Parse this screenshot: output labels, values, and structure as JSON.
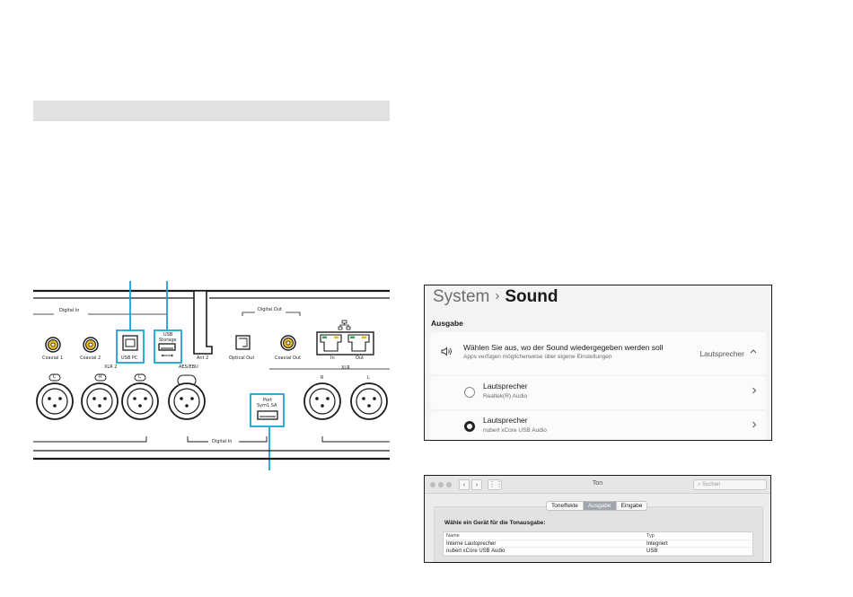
{
  "panel": {
    "digital_in_top": "Digital In",
    "digital_out": "Digital Out",
    "digital_in_bottom": "Digital In",
    "coaxial1": "Coaxial 1",
    "coaxial2": "Coaxial 2",
    "usb_pc": "USB PC",
    "usb_storage_l1": "USB",
    "usb_storage_l2": "Storage",
    "ant2": "Ant 2",
    "optical_out": "Optical Out",
    "coaxial_out": "Coaxial Out",
    "net_in": "In",
    "net_out": "Out",
    "xlr2": "XLR 2",
    "aes_ebu": "AES/EBU",
    "xlr": "XLR",
    "ch_l": "L",
    "ch_r": "R",
    "port_l1": "Port",
    "port_l2": "Sym1 SA"
  },
  "windows": {
    "crumb_parent": "System",
    "crumb_sep": "›",
    "crumb_current": "Sound",
    "section": "Ausgabe",
    "choose_title": "Wählen Sie aus, wo der Sound wiedergegeben werden soll",
    "choose_sub": "Apps verfügen möglicherweise über eigene Einstellungen",
    "current_value": "Lautsprecher",
    "devices": [
      {
        "name": "Lautsprecher",
        "detail": "Realtek(R) Audio",
        "selected": false
      },
      {
        "name": "Lautsprecher",
        "detail": "nubert xCore USB Audio",
        "selected": true
      }
    ]
  },
  "mac": {
    "window_title": "Ton",
    "search_placeholder": "Suchen",
    "tabs": [
      "Toneffekte",
      "Ausgabe",
      "Eingabe"
    ],
    "active_tab": "Ausgabe",
    "choose_label": "Wähle ein Gerät für die Tonausgabe:",
    "columns": [
      "Name",
      "Typ"
    ],
    "rows": [
      [
        "Interne Lautsprecher",
        "Integriert"
      ],
      [
        "nubert xCore USB Audio",
        "USB"
      ]
    ]
  },
  "colors": {
    "highlight": "#1aa3d6",
    "rca_gold": "#e8b923",
    "mac_active_tab": "#9fa6ae"
  },
  "icons": {
    "speaker": "speaker-icon",
    "chevron_up": "chevron-up-icon",
    "chevron_right": "chevron-right-icon",
    "network": "network-icon",
    "usb": "usb-icon"
  }
}
